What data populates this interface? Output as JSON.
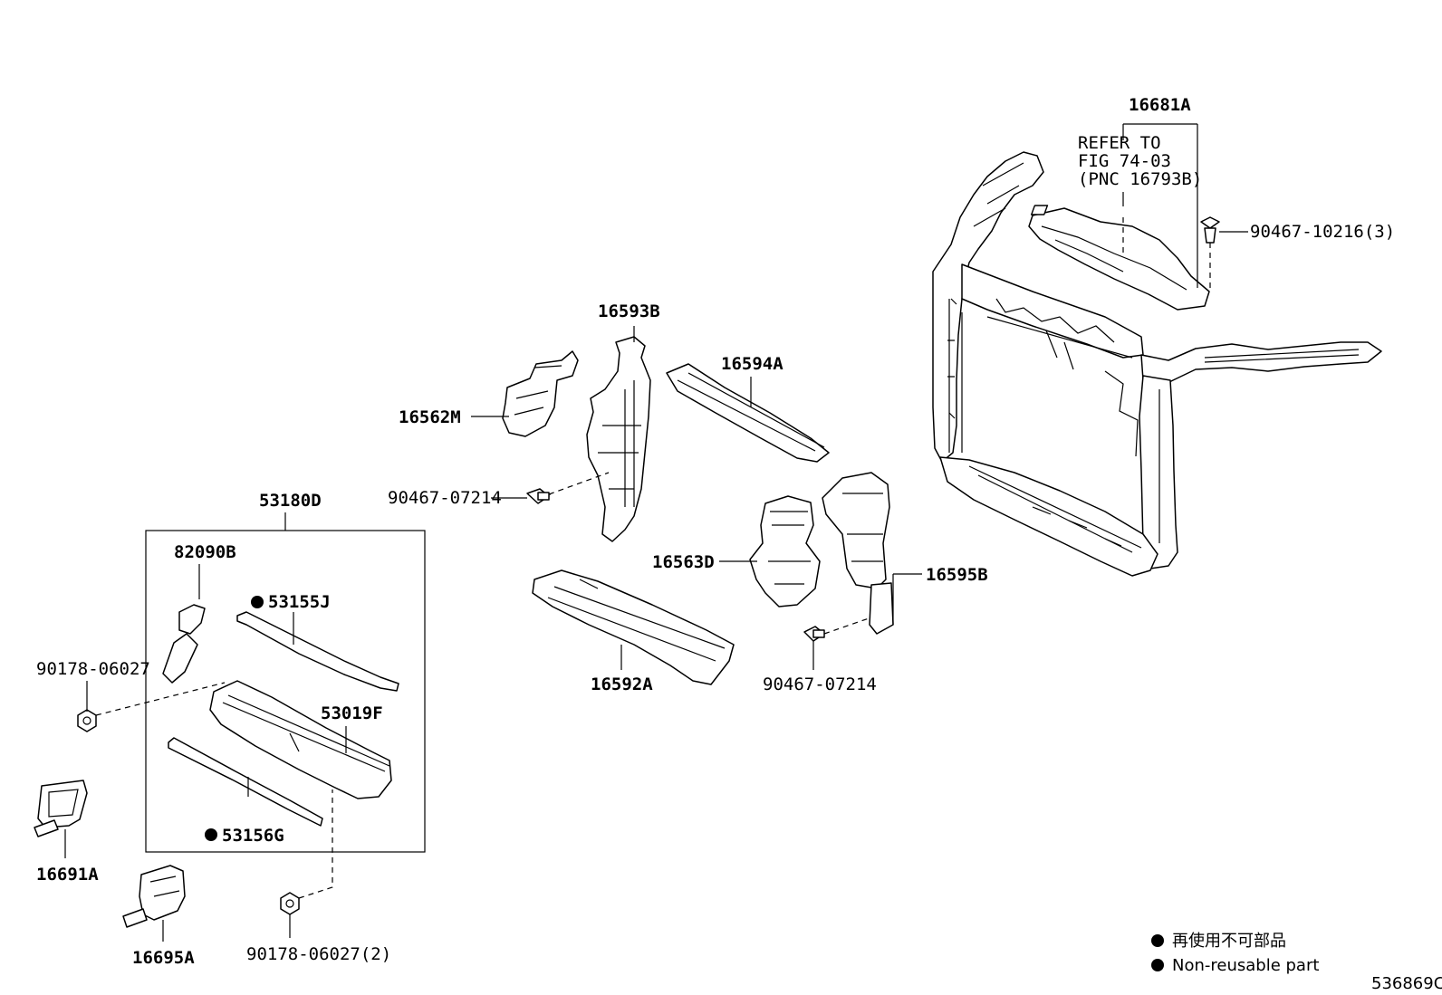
{
  "diagram": {
    "part_labels": {
      "p16681A": "16681A",
      "p90467_10216": "90467-10216(3)",
      "p16593B": "16593B",
      "p16594A": "16594A",
      "p16562M": "16562M",
      "p90467_07214_a": "90467-07214",
      "p53180D": "53180D",
      "p82090B": "82090B",
      "p53155J": "53155J",
      "p90178_06027": "90178-06027",
      "p53019F": "53019F",
      "p53156G": "53156G",
      "p16691A": "16691A",
      "p16695A": "16695A",
      "p90178_06027_2": "90178-06027(2)",
      "p16563D": "16563D",
      "p16595B": "16595B",
      "p16592A": "16592A",
      "p90467_07214_b": "90467-07214"
    },
    "refer_note": [
      "REFER TO",
      "FIG 74-03",
      "(PNC 16793B)"
    ],
    "legend": {
      "line1": "再使用不可部品",
      "line2": "Non-reusable part"
    },
    "figure_id": "536869C"
  }
}
